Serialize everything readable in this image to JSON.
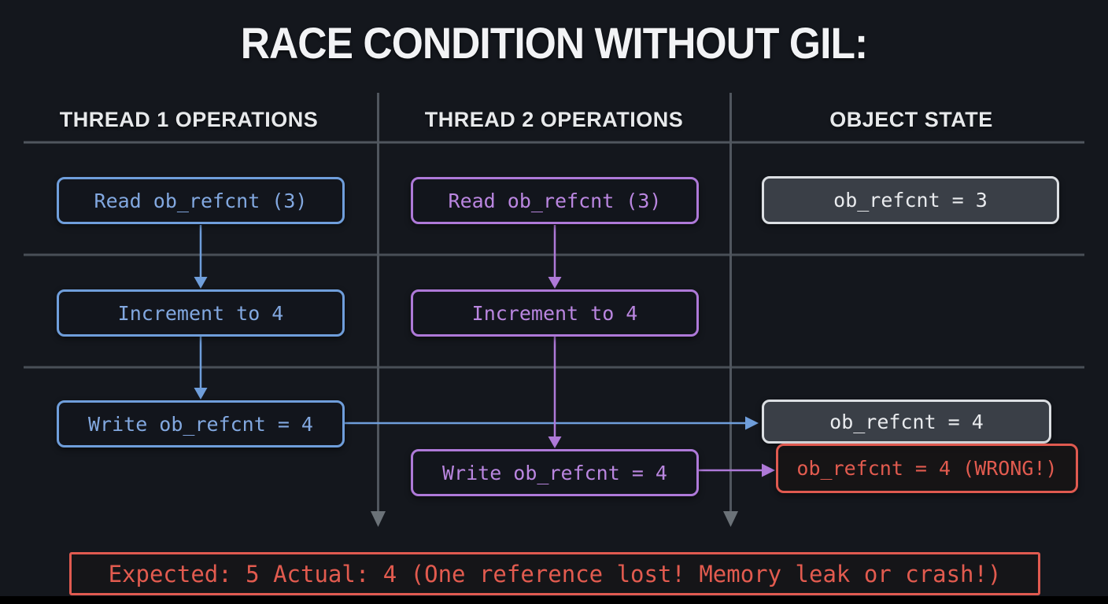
{
  "title": "RACE CONDITION WITHOUT GIL:",
  "columns": [
    {
      "label": "THREAD 1 OPERATIONS"
    },
    {
      "label": "THREAD 2 OPERATIONS"
    },
    {
      "label": "OBJECT STATE"
    }
  ],
  "thread1": {
    "steps": [
      "Read ob_refcnt (3)",
      "Increment to 4",
      "Write ob_refcnt = 4"
    ]
  },
  "thread2": {
    "steps": [
      "Read ob_refcnt (3)",
      "Increment to 4",
      "Write ob_refcnt = 4"
    ]
  },
  "object_state": {
    "states": [
      "ob_refcnt = 3",
      "ob_refcnt = 4",
      "ob_refcnt = 4 (WRONG!)"
    ]
  },
  "summary": {
    "text": "Expected: 5 Actual: 4 (One reference lost! Memory leak or crash!)"
  },
  "colors": {
    "background": "#14171d",
    "title_text": "#f2f3f5",
    "thread1_accent": "#6f9edb",
    "thread2_accent": "#ae79d8",
    "state_border": "#dcdfe3",
    "state_fill": "#3a3f47",
    "error_accent": "#e05a50",
    "divider_gray": "#50565e",
    "arrow_gray": "#6b7278"
  }
}
